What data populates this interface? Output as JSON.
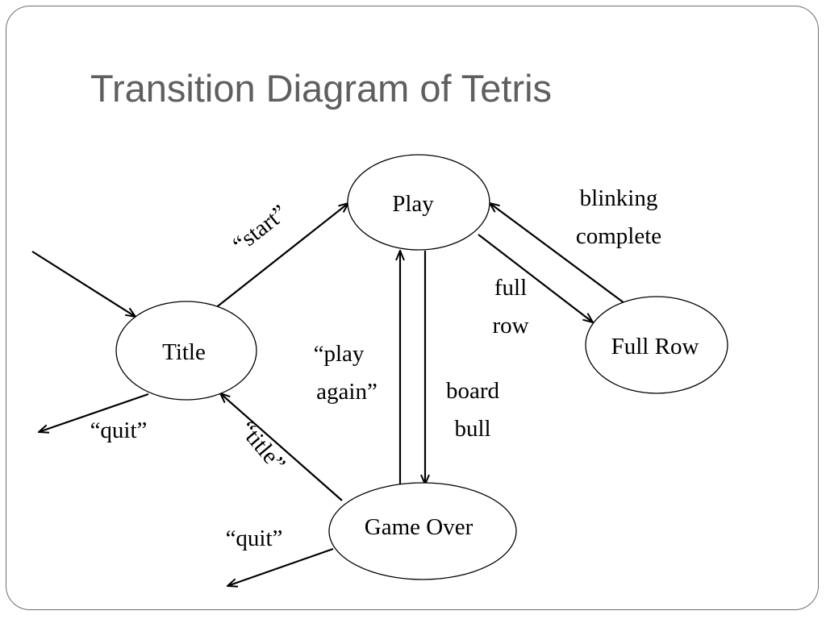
{
  "slide": {
    "title": "Transition Diagram of Tetris"
  },
  "diagram": {
    "nodes": {
      "play": "Play",
      "title": "Title",
      "full_row": "Full Row",
      "game_over": "Game Over"
    },
    "edges": {
      "start": "“start”",
      "blinking_complete_line1": "blinking",
      "blinking_complete_line2": "complete",
      "full_row_line1": "full",
      "full_row_line2": "row",
      "play_again_line1": "“play",
      "play_again_line2": "again”",
      "board_full_line1": "board",
      "board_full_line2": "bull",
      "title_edge": "“title”",
      "quit_from_title": "“quit”",
      "quit_from_game_over": "“quit”"
    }
  }
}
